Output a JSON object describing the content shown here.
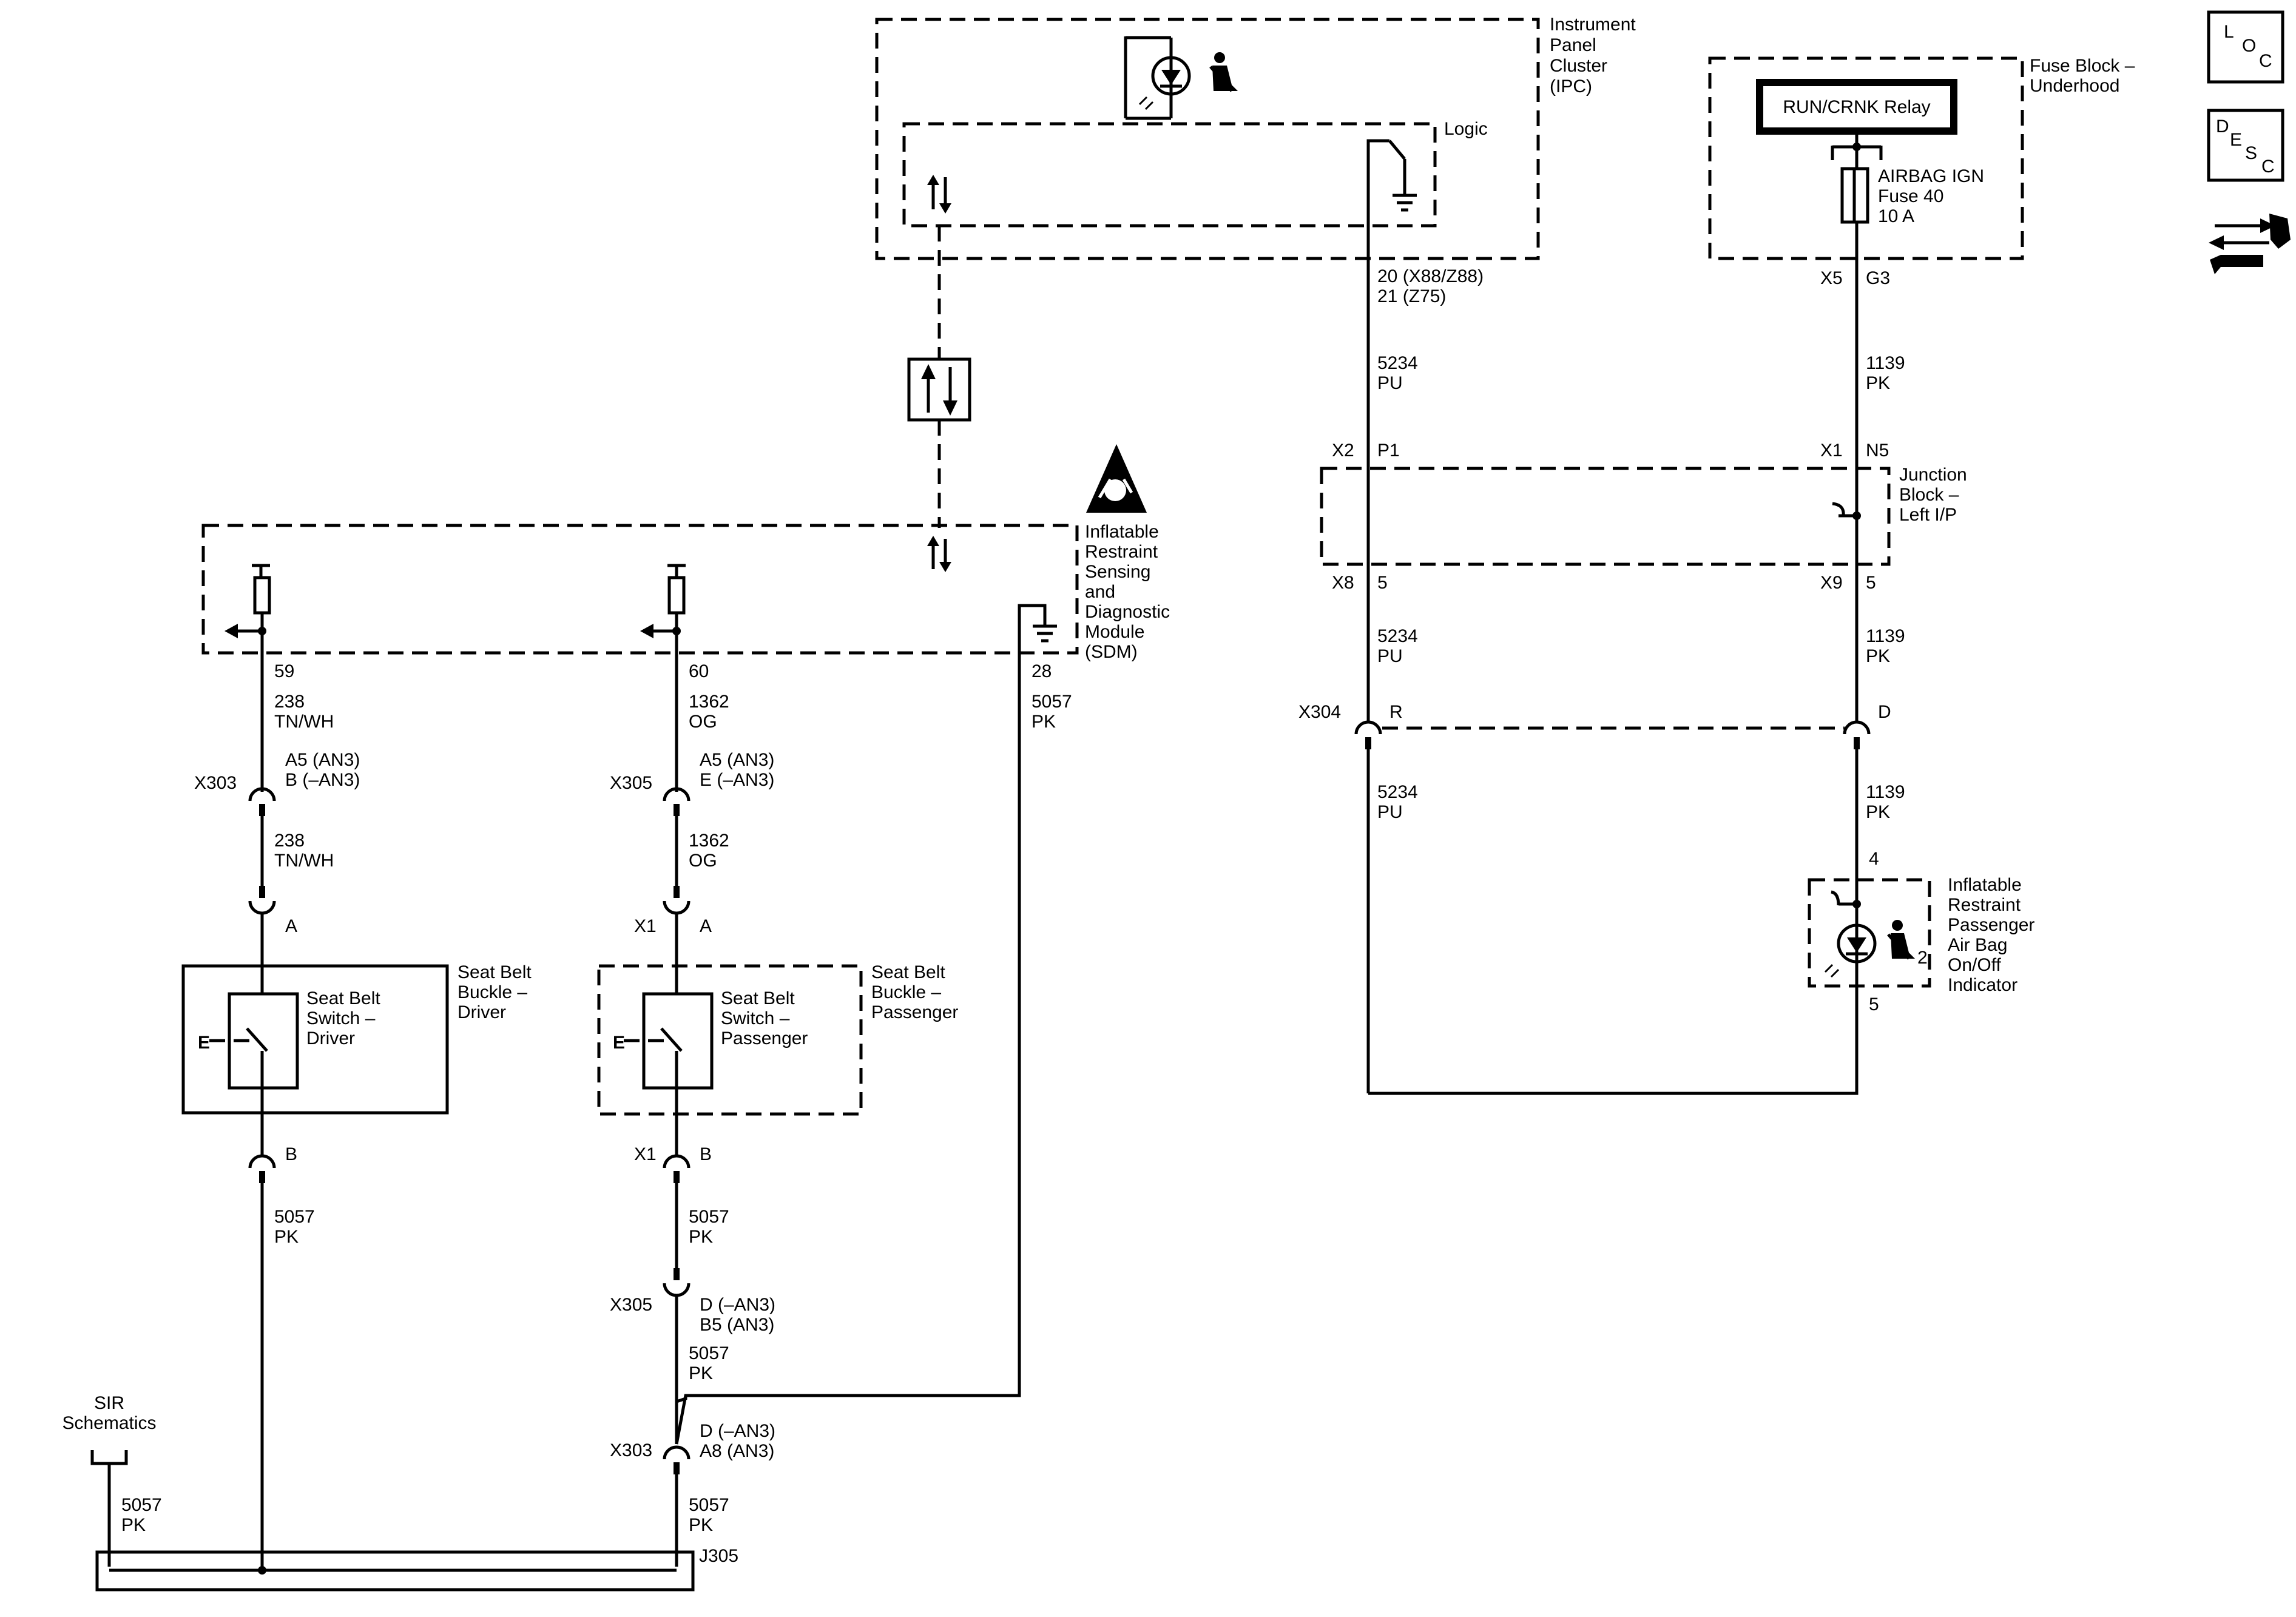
{
  "components": {
    "ipc": {
      "lines": [
        "Instrument",
        "Panel",
        "Cluster",
        "(IPC)"
      ],
      "logic_label": "Logic",
      "pin_a": "20 (X88/Z88)",
      "pin_b": "21 (Z75)"
    },
    "fuse_block": {
      "lines": [
        "Fuse Block –",
        "Underhood"
      ],
      "relay": "RUN/CRNK Relay",
      "fuse_lines": [
        "AIRBAG IGN",
        "Fuse 40",
        "10 A"
      ],
      "conn": "X5",
      "pin": "G3"
    },
    "sdm": {
      "lines": [
        "Inflatable",
        "Restraint",
        "Sensing",
        "and",
        "Diagnostic",
        "Module",
        "(SDM)"
      ],
      "pin_driver": "59",
      "pin_passenger": "60",
      "pin_ground": "28"
    },
    "junction_block": {
      "lines": [
        "Junction",
        "Block –",
        "Left I/P"
      ],
      "top_left_conn": "X2",
      "top_left_pin": "P1",
      "top_right_conn": "X1",
      "top_right_pin": "N5",
      "bot_left_conn": "X8",
      "bot_left_pin": "5",
      "bot_right_conn": "X9",
      "bot_right_pin": "5"
    },
    "x304": {
      "conn": "X304",
      "pin_left": "R",
      "pin_right": "D"
    },
    "pass_indicator": {
      "lines": [
        "Inflatable",
        "Restraint",
        "Passenger",
        "Air Bag",
        "On/Off",
        "Indicator"
      ],
      "pin_top": "4",
      "pin_bottom": "5",
      "lamp_num": "2"
    },
    "driver_buckle": {
      "lines": [
        "Seat Belt",
        "Buckle –",
        "Driver"
      ],
      "switch_lines": [
        "Seat Belt",
        "Switch –",
        "Driver"
      ],
      "pin_top": "A",
      "pin_bottom": "B"
    },
    "passenger_buckle": {
      "lines": [
        "Seat Belt",
        "Buckle –",
        "Passenger"
      ],
      "switch_lines": [
        "Seat Belt",
        "Switch –",
        "Passenger"
      ],
      "conn_top": "X1",
      "pin_top": "A",
      "conn_bottom": "X1",
      "pin_bottom": "B"
    },
    "x303_driver": {
      "conn": "X303",
      "pin_a": "A5 (AN3)",
      "pin_b": "B (–AN3)"
    },
    "x305_pass": {
      "conn": "X305",
      "pin_a": "A5 (AN3)",
      "pin_b": "E (–AN3)"
    },
    "x305_lower": {
      "conn": "X305",
      "pin_a": "D (–AN3)",
      "pin_b": "B5 (AN3)"
    },
    "x303_lower": {
      "conn": "X303",
      "pin_a": "D (–AN3)",
      "pin_b": "A8 (AN3)"
    },
    "sir": {
      "lines": [
        "SIR",
        "Schematics"
      ]
    },
    "j305": {
      "label": "J305"
    },
    "side_icons": {
      "loc": [
        "L",
        "O",
        "C"
      ],
      "desc": [
        "D",
        "E",
        "S",
        "C"
      ]
    }
  },
  "wires": {
    "ipc_5234_a": [
      "5234",
      "PU"
    ],
    "ipc_5234_b": [
      "5234",
      "PU"
    ],
    "ipc_5234_c": [
      "5234",
      "PU"
    ],
    "fuse_1139_a": [
      "1139",
      "PK"
    ],
    "fuse_1139_b": [
      "1139",
      "PK"
    ],
    "fuse_1139_c": [
      "1139",
      "PK"
    ],
    "drv_238_a": [
      "238",
      "TN/WH"
    ],
    "drv_238_b": [
      "238",
      "TN/WH"
    ],
    "pass_1362_a": [
      "1362",
      "OG"
    ],
    "pass_1362_b": [
      "1362",
      "OG"
    ],
    "gnd_5057": [
      "5057",
      "PK"
    ],
    "drv_5057": [
      "5057",
      "PK"
    ],
    "pass_5057_a": [
      "5057",
      "PK"
    ],
    "pass_5057_b": [
      "5057",
      "PK"
    ],
    "pass_5057_c": [
      "5057",
      "PK"
    ],
    "sir_5057": [
      "5057",
      "PK"
    ]
  }
}
